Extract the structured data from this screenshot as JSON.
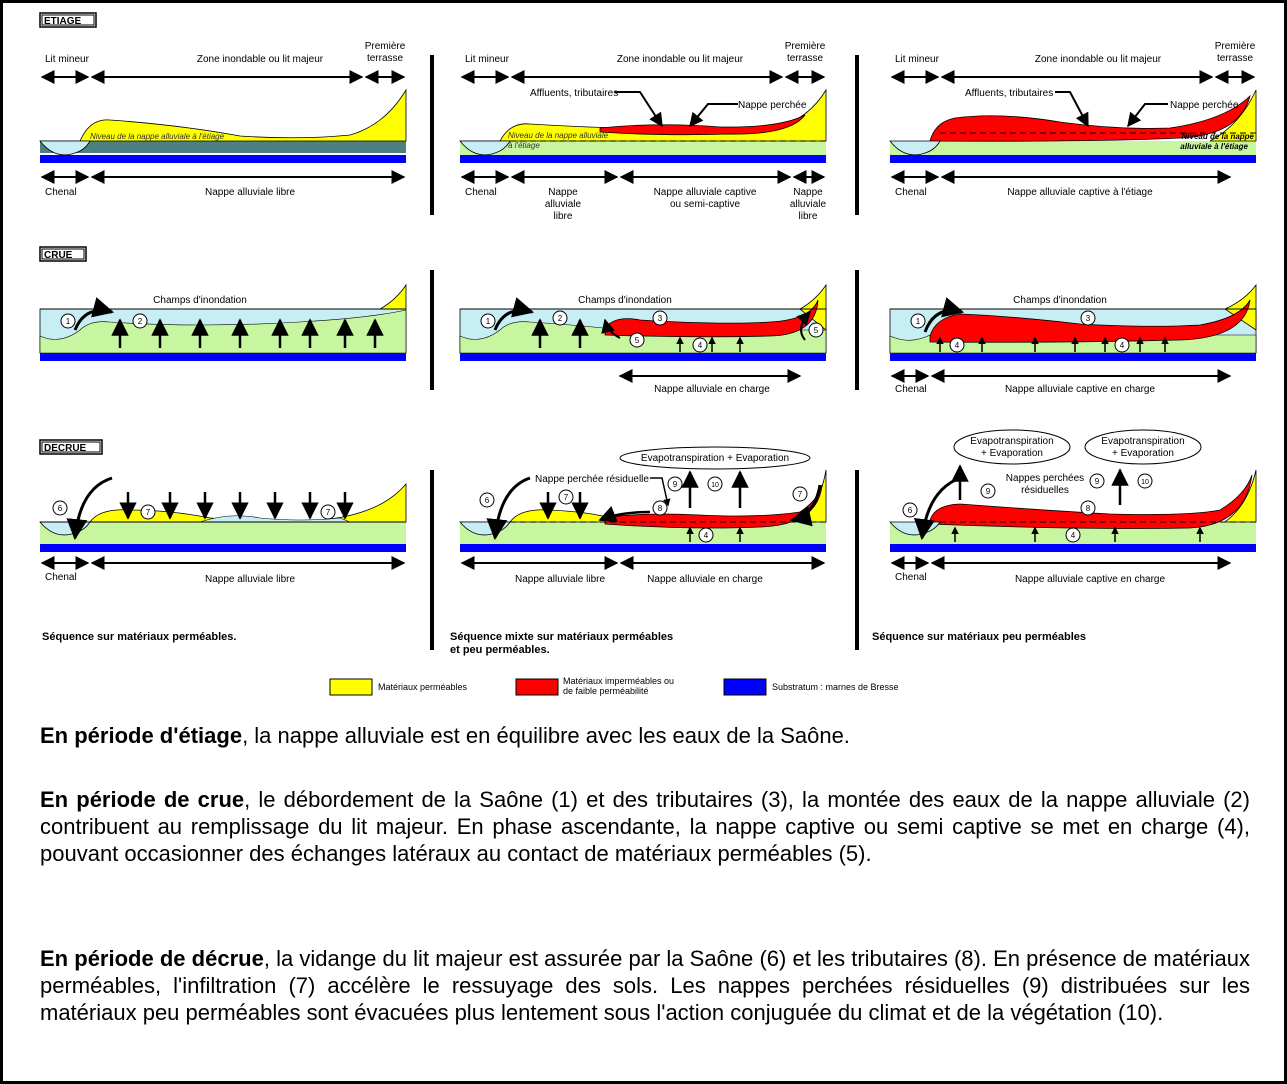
{
  "sections": {
    "etiage": "ETIAGE",
    "crue": "CRUE",
    "decrue": "DECRUE"
  },
  "labels": {
    "lit_mineur": "Lit mineur",
    "zone_inondable": "Zone inondable  ou lit majeur",
    "premiere": "Première",
    "terrasse": "terrasse",
    "chenal": "Chenal",
    "nappe_libre": "Nappe alluviale libre",
    "nappe_captive_etiage": "Nappe alluviale captive à l'étiage",
    "nappe_captive_charge": "Nappe alluviale captive en charge",
    "nappe_en_charge": "Nappe alluviale en charge",
    "nappe_captive_semi_1": "Nappe alluviale captive",
    "nappe_captive_semi_2": "ou semi-captive",
    "nappe": "Nappe",
    "alluviale": "alluviale",
    "libre": "libre",
    "affluents": "Affluents, tributaires",
    "nappe_perchee": "Nappe perchée",
    "niveau_nappe_etiage": "Niveau de la nappe alluviale à l'étiage",
    "niveau_nappe_a": "Niveau de la nappe alluviale",
    "niveau_nappe_b": "à l'étiage",
    "niveau_bold_a": "Niveau de la nappe",
    "niveau_bold_b": "alluviale à l'étiage",
    "champs": "Champs d'inondation",
    "evapo_evap": "Evapotranspiration + Evaporation",
    "evapo_a": "Evapotranspiration",
    "evapo_b": "+ Evaporation",
    "perchee_residuelle": "Nappe perchée résiduelle",
    "perchees_a": "Nappes perchées",
    "perchees_b": "résiduelles"
  },
  "sequences": {
    "s1": "Séquence sur matériaux perméables.",
    "s2a": "Séquence mixte  sur matériaux perméables",
    "s2b": "et peu perméables.",
    "s3": "Séquence sur matériaux peu perméables"
  },
  "legend": {
    "permeables": "Matériaux perméables",
    "impermeables_a": "Matériaux imperméables ou",
    "impermeables_b": "de faible perméabilité",
    "substratum": "Substratum : marnes de Bresse"
  },
  "colors": {
    "permeable": "#ffff00",
    "impermeable": "#ff0000",
    "substratum": "#0000ff",
    "water": "#c8eef5",
    "nappe": "#c8f5a0",
    "etiage_nappe": "#4d8080"
  },
  "paragraphs": {
    "p1_bold": "En période d'étiage",
    "p1_text": ", la nappe alluviale est en équilibre avec les eaux de la Saône.",
    "p2_bold": "En période de crue",
    "p2_text": ", le débordement de la Saône (1) et des tributaires (3), la montée des eaux de la nappe alluviale (2) contribuent au remplissage du lit majeur. En phase ascendante, la nappe captive ou semi captive se met en charge (4), pouvant occasionner des échanges latéraux au contact de matériaux perméables (5).",
    "p3_bold": "En période de décrue",
    "p3_text": ", la vidange du lit majeur est assurée par la Saône (6) et les tributaires (8). En présence de matériaux perméables, l'infiltration (7) accélère le ressuyage des sols. Les nappes perchées résiduelles (9) distribuées sur les matériaux peu perméables sont évacuées plus lentement sous l'action conjuguée du climat et de la végétation (10)."
  }
}
